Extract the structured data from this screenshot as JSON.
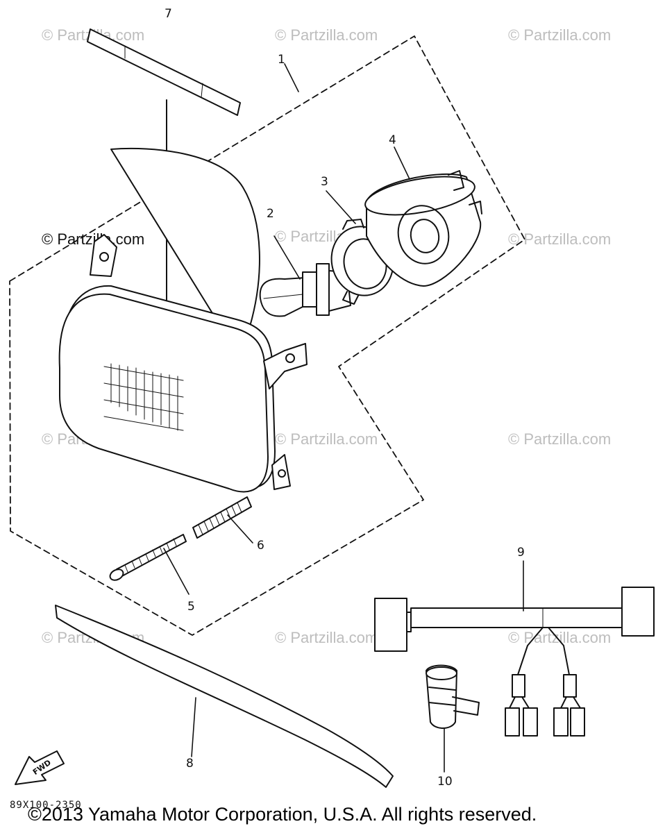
{
  "watermarks": {
    "faint": "© Partzilla.com",
    "dark": "© Partzilla.com"
  },
  "callouts": {
    "c1": "1",
    "c2": "2",
    "c3": "3",
    "c4": "4",
    "c5": "5",
    "c6": "6",
    "c7": "7",
    "c8": "8",
    "c9": "9",
    "c10": "10"
  },
  "diagram_code": "89X100-2350",
  "forward_label": "FWD",
  "copyright": "©2013  Yamaha Motor Corporation, U.S.A. All rights reserved.",
  "colors": {
    "line": "#111111",
    "watermark": "#bdbdbd",
    "background": "#ffffff"
  }
}
